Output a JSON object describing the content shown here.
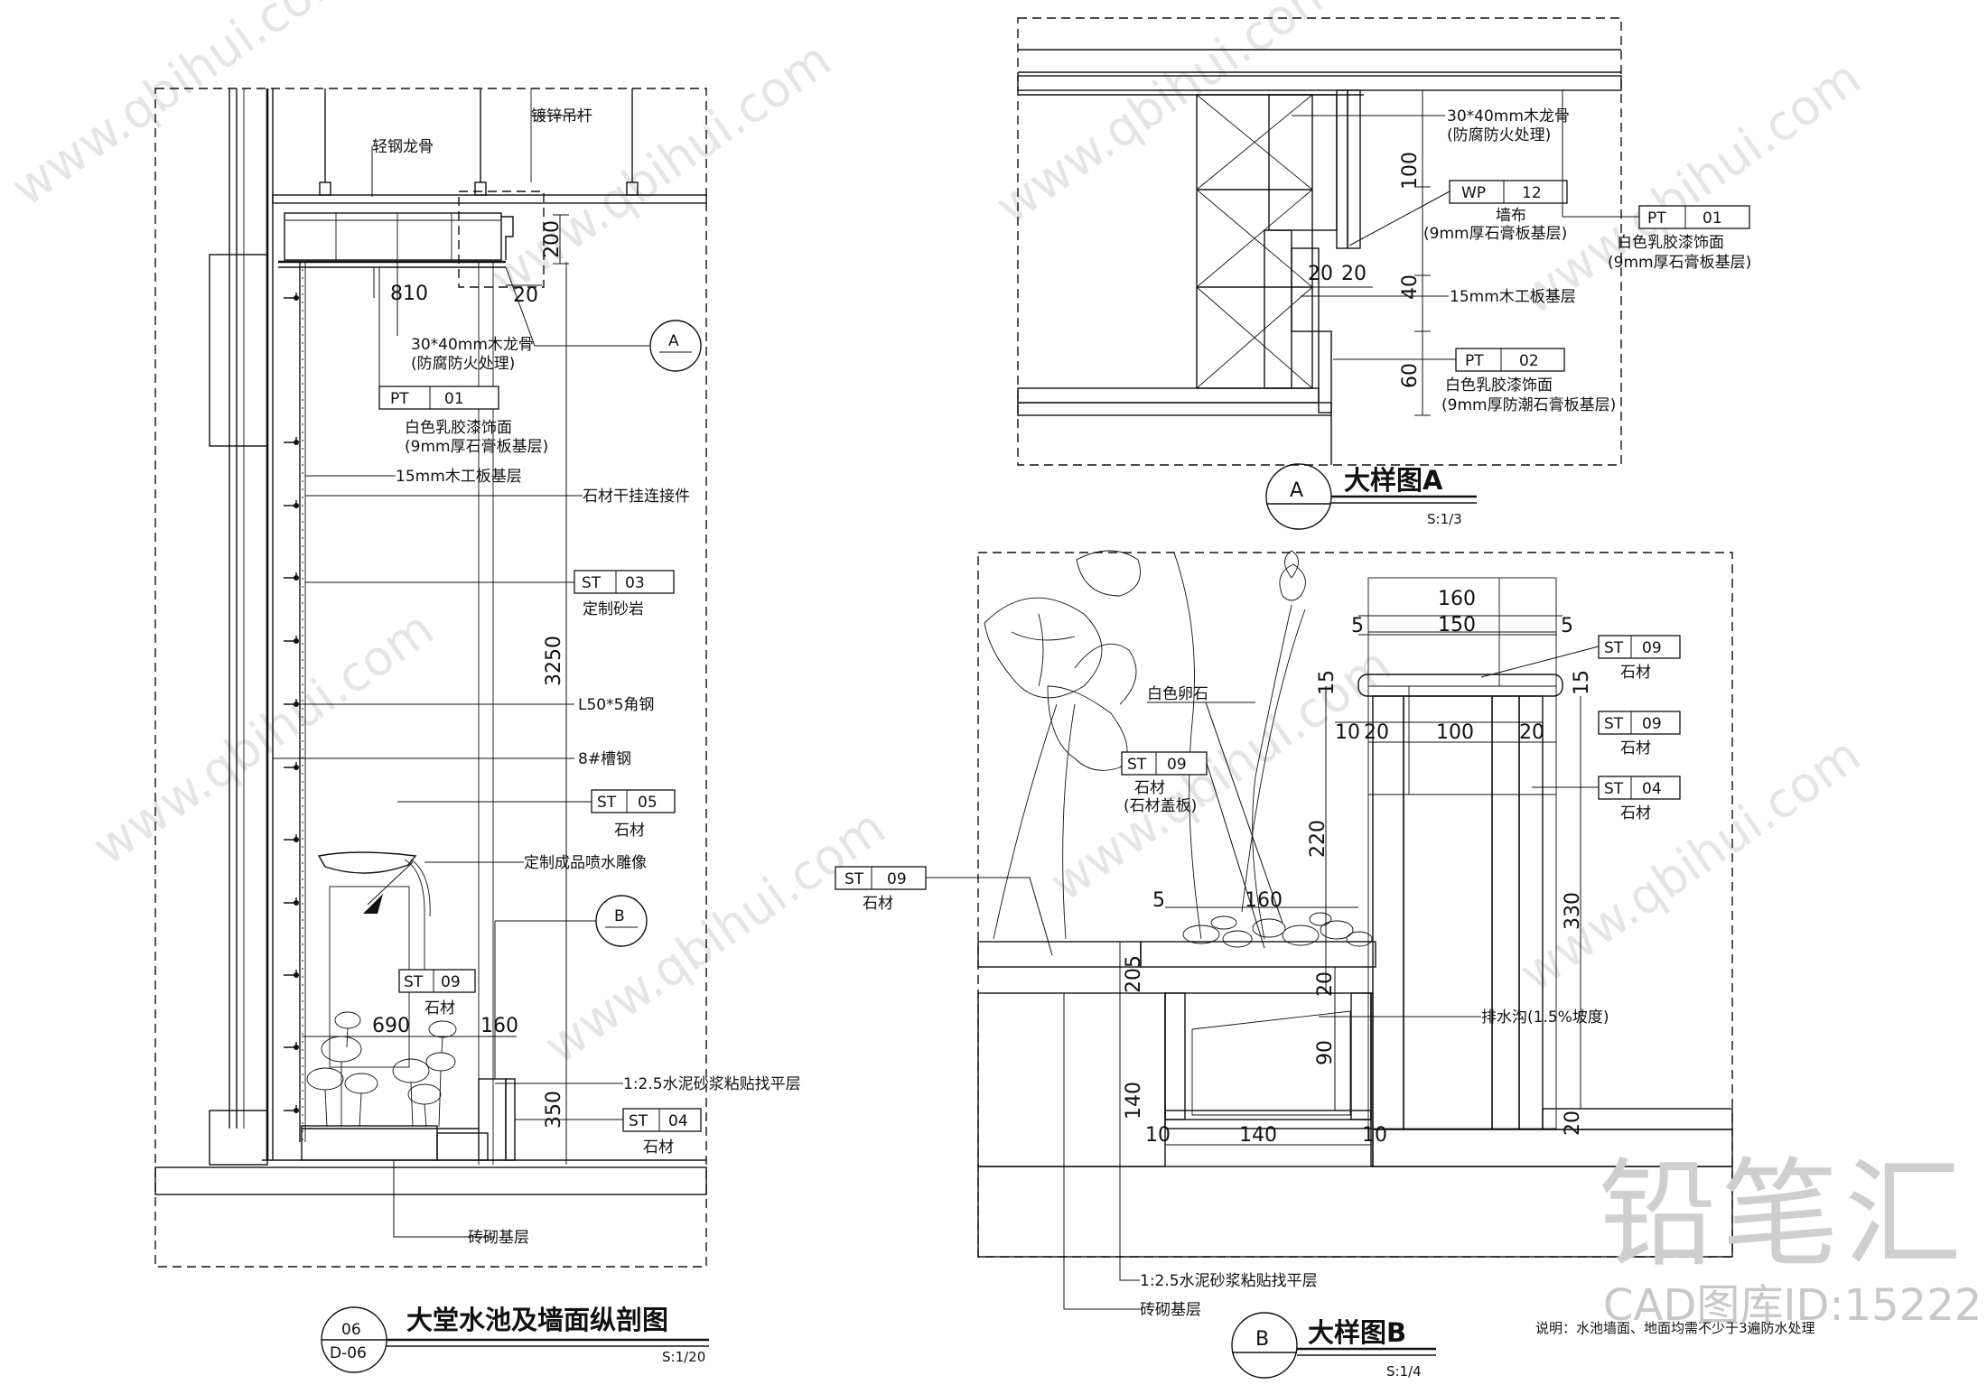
{
  "drawings": {
    "section": {
      "title": "大堂水池及墙面纵剖图",
      "number": "06",
      "sheet": "D-06",
      "scale": "S:1/20",
      "labels": {
        "hanger": "镀锌吊杆",
        "keel": "轻钢龙骨",
        "wood_keel": "30*40mm木龙骨",
        "wood_keel_note": "(防腐防火处理)",
        "paint": "白色乳胶漆饰面",
        "paint_note": "(9mm厚石膏板基层)",
        "plywood": "15mm木工板基层",
        "stone_hanger": "石材干挂连接件",
        "sandstone": "定制砂岩",
        "angle": "L50*5角钢",
        "channel": "8#槽钢",
        "stone": "石材",
        "fountain": "定制成品喷水雕像",
        "mortar": "1:2.5水泥砂浆粘贴找平层",
        "brick": "砖砌基层"
      },
      "tags": {
        "pt01": [
          "PT",
          "01"
        ],
        "st03": [
          "ST",
          "03"
        ],
        "st05": [
          "ST",
          "05"
        ],
        "st09": [
          "ST",
          "09"
        ],
        "st04": [
          "ST",
          "04"
        ]
      },
      "dims": {
        "d200": "200",
        "d810": "810",
        "d20": "20",
        "d3250": "3250",
        "d690": "690",
        "d160": "160",
        "d350": "350"
      },
      "callout_a": "A",
      "callout_b": "B"
    },
    "detail_a": {
      "title": "大样图A",
      "mark": "A",
      "scale": "S:1/3",
      "labels": {
        "wood_keel": "30*40mm木龙骨",
        "wood_keel_note": "(防腐防火处理)",
        "wallcloth": "墙布",
        "wallcloth_note": "(9mm厚石膏板基层)",
        "plywood": "15mm木工板基层",
        "paint1": "白色乳胶漆饰面",
        "paint1_note": "(9mm厚石膏板基层)",
        "paint2": "白色乳胶漆饰面",
        "paint2_note": "(9mm厚防潮石膏板基层)"
      },
      "tags": {
        "wp12": [
          "WP",
          "12"
        ],
        "pt01": [
          "PT",
          "01"
        ],
        "pt02": [
          "PT",
          "02"
        ]
      },
      "dims": {
        "d100": "100",
        "d20a": "20",
        "d20b": "20",
        "d40": "40",
        "d60": "60"
      }
    },
    "detail_b": {
      "title": "大样图B",
      "mark": "B",
      "scale": "S:1/4",
      "labels": {
        "pebble": "白色卵石",
        "stone": "石材",
        "stone_cover": "(石材盖板)",
        "drain": "排水沟(1.5%坡度)",
        "mortar": "1:2.5水泥砂浆粘贴找平层",
        "brick": "砖砌基层",
        "note": "说明：水池墙面、地面均需不少于3遍防水处理"
      },
      "tags": {
        "st09a": [
          "ST",
          "09"
        ],
        "st09b": [
          "ST",
          "09"
        ],
        "st09c": [
          "ST",
          "09"
        ],
        "st09d": [
          "ST",
          "09"
        ],
        "st04": [
          "ST",
          "04"
        ]
      },
      "dims": {
        "d160a": "160",
        "d150": "150",
        "d5a": "5",
        "d5b": "5",
        "d15a": "15",
        "d15b": "15",
        "d10": "10",
        "d20a": "20",
        "d100": "100",
        "d20b": "20",
        "d220": "220",
        "d5c": "5",
        "d160b": "160",
        "d330": "330",
        "d205": "205",
        "d20c": "20",
        "d90": "90",
        "d140v": "140",
        "d20d": "20",
        "d10b": "10",
        "d140h": "140",
        "d10c": "10"
      }
    }
  },
  "watermark": {
    "brand": "铅笔汇",
    "id": "CAD图库ID:15222",
    "url": "www.qbihui.com"
  }
}
